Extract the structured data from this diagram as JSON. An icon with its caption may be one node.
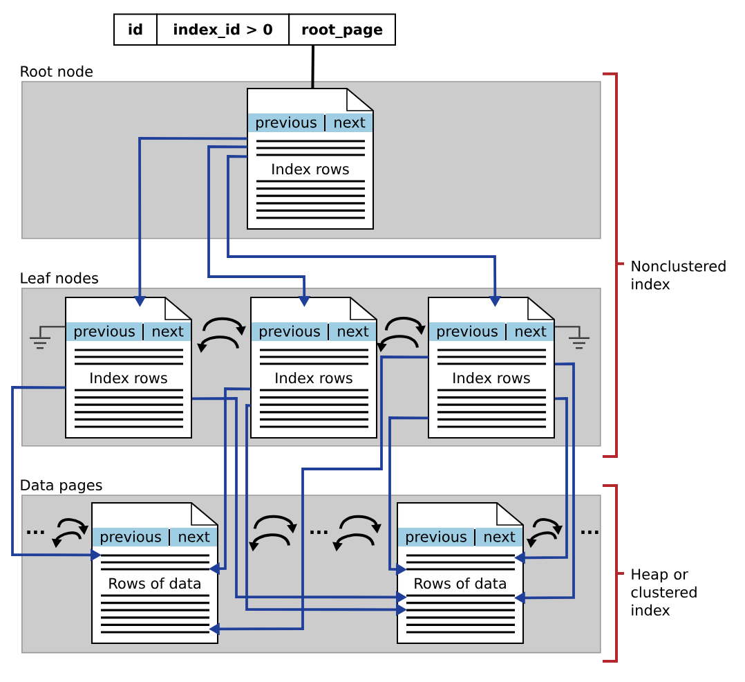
{
  "diagram": {
    "nodes": [
      {
        "text": [
          "id"
        ]
      },
      {
        "text": [
          "index_id > 0"
        ]
      },
      {
        "text": [
          "root_page"
        ]
      },
      {
        "text": [
          "Root node"
        ]
      },
      {
        "text": [
          "previous",
          "next",
          "Index rows"
        ],
        "in": 3
      },
      {
        "text": [
          "Leaf nodes"
        ]
      },
      {
        "text": [],
        "shape": "ground",
        "in": 5
      },
      {
        "text": [
          "previous",
          "next",
          "Index rows"
        ],
        "in": 5
      },
      {
        "text": [
          "previous",
          "next",
          "Index rows"
        ],
        "in": 5
      },
      {
        "text": [
          "previous",
          "next",
          "Index rows"
        ],
        "in": 5
      },
      {
        "text": [],
        "shape": "ground",
        "in": 5
      },
      {
        "text": [
          "Data pages"
        ]
      },
      {
        "text": [
          "..."
        ],
        "in": 11
      },
      {
        "text": [
          "previous",
          "next",
          "Rows of data"
        ],
        "in": 11
      },
      {
        "text": [
          "..."
        ],
        "in": 11
      },
      {
        "text": [
          "previous",
          "next",
          "Rows of data"
        ],
        "in": 11
      },
      {
        "text": [
          "..."
        ],
        "in": 11
      }
    ],
    "edges": [
      {
        "from": 2,
        "to": 4,
        "arrow": "none"
      },
      {
        "from": 4,
        "to": 7,
        "arrow": "to",
        "color": "#1f3f99"
      },
      {
        "from": 4,
        "to": 8,
        "arrow": "to",
        "color": "#1f3f99"
      },
      {
        "from": 4,
        "to": 9,
        "arrow": "to",
        "color": "#1f3f99"
      },
      {
        "from": 7,
        "to": 8,
        "arrow": "to"
      },
      {
        "from": 8,
        "to": 7,
        "arrow": "to"
      },
      {
        "from": 8,
        "to": 9,
        "arrow": "to"
      },
      {
        "from": 9,
        "to": 8,
        "arrow": "to"
      },
      {
        "from": 7,
        "to": 6,
        "arrow": "none"
      },
      {
        "from": 9,
        "to": 10,
        "arrow": "none"
      },
      {
        "from": 7,
        "to": 13,
        "arrow": "to",
        "color": "#1f3f99"
      },
      {
        "from": 7,
        "to": 15,
        "arrow": "to",
        "color": "#1f3f99"
      },
      {
        "from": 8,
        "to": 13,
        "arrow": "to",
        "color": "#1f3f99"
      },
      {
        "from": 8,
        "to": 15,
        "arrow": "to",
        "color": "#1f3f99"
      },
      {
        "from": 9,
        "to": 13,
        "arrow": "to",
        "color": "#1f3f99"
      },
      {
        "from": 9,
        "to": 15,
        "arrow": "to",
        "color": "#1f3f99"
      },
      {
        "from": 9,
        "to": 15,
        "arrow": "to",
        "color": "#1f3f99"
      },
      {
        "from": 9,
        "to": 15,
        "arrow": "to",
        "color": "#1f3f99"
      },
      {
        "from": 12,
        "to": 13,
        "arrow": "to"
      },
      {
        "from": 13,
        "to": 12,
        "arrow": "to"
      },
      {
        "from": 13,
        "to": 14,
        "arrow": "to"
      },
      {
        "from": 14,
        "to": 13,
        "arrow": "to"
      },
      {
        "from": 14,
        "to": 15,
        "arrow": "to"
      },
      {
        "from": 15,
        "to": 14,
        "arrow": "to"
      },
      {
        "from": 15,
        "to": 16,
        "arrow": "to"
      },
      {
        "from": 16,
        "to": 15,
        "arrow": "to"
      }
    ],
    "labels": [
      "Nonclustered index",
      "Heap or clustered index"
    ]
  }
}
